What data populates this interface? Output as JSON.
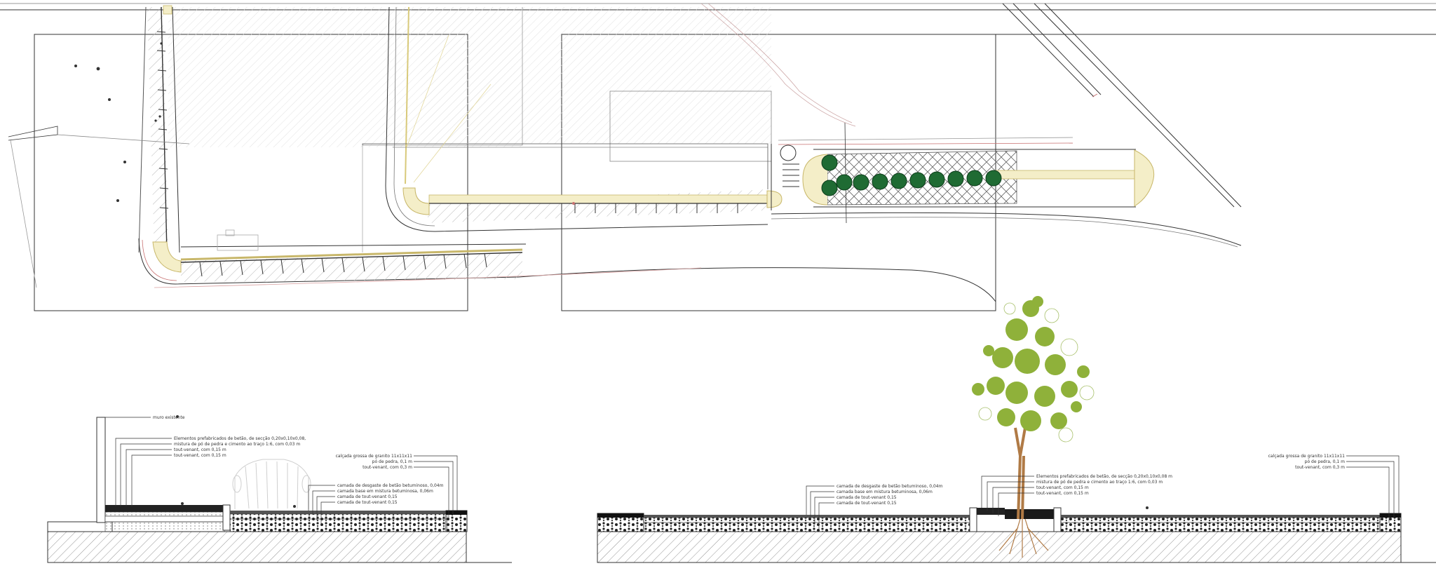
{
  "colors": {
    "line": "#333333",
    "faint": "#bdbdbd",
    "hatch": "#c9c9c9",
    "pavement": "#f4eec8",
    "pavement_edge": "#c8b76a",
    "tree_dark": "#1f6b33",
    "tree_light": "#8fb13a",
    "trunk": "#b07a45",
    "red_line": "#c87070"
  },
  "section_left": {
    "wall_label": "muro existente",
    "notes_a": [
      "Elementos prefabricados de betão, de secção 0,20x0,10x0,08,",
      "mistura de pó de pedra e cimento ao traço 1:6, com 0,03 m",
      "tout-venant, com 0,15 m",
      "tout-venant, com 0,15 m"
    ],
    "notes_b": [
      "camada de desgaste de betão betuminoso, 0,04m",
      "camada base em mistura betuminosa, 0,06m",
      "camada de tout-venant 0,15",
      "camada de tout-venant 0,15"
    ],
    "notes_c": [
      "calçada grossa de granito 11x11x11",
      "pó de pedra, 0,1 m",
      "tout-venant, com 0,3 m"
    ]
  },
  "section_right": {
    "notes_a": [
      "camada de desgaste de betão betuminoso, 0,04m",
      "camada base em mistura betuminosa, 0,06m",
      "camada de tout-venant 0,15",
      "camada de tout-venant 0,15"
    ],
    "notes_b": [
      "Elementos prefabricados de betão, de secção 0,20x0,10x0,08 m",
      "mistura de pó de pedra e cimento ao traço 1:6, com 0,03 m",
      "tout-venant, com 0,15 m",
      "tout-venant, com 0,15 m"
    ],
    "notes_c": [
      "calçada grossa de granito 11x11x11",
      "pó de pedra, 0,1 m",
      "tout-venant, com 0,3 m"
    ]
  }
}
